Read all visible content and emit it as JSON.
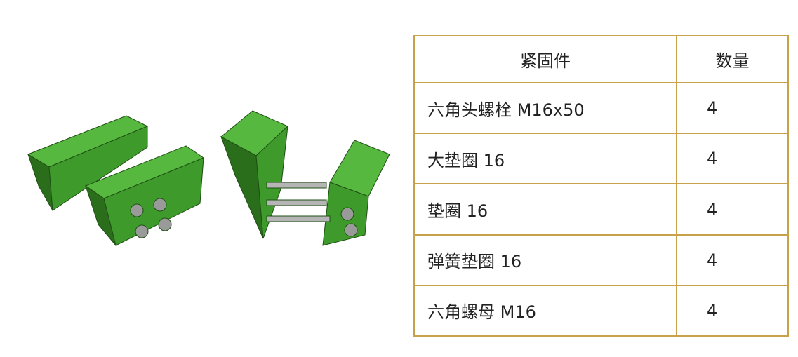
{
  "table": {
    "headers": [
      "紧固件",
      "数量"
    ],
    "rows": [
      {
        "name": "六角头螺栓  M16x50",
        "qty": "4"
      },
      {
        "name": "大垫圈 16",
        "qty": "4"
      },
      {
        "name": "垫圈 16",
        "qty": "4"
      },
      {
        "name": "弹簧垫圈 16",
        "qty": "4"
      },
      {
        "name": "六角螺母  M16",
        "qty": "4"
      }
    ]
  },
  "colors": {
    "bracket_green": "#3f9a2c",
    "bracket_dark": "#2a6e1c",
    "bracket_light": "#56b83f",
    "bolt_gray": "#9a9a9a",
    "table_border": "#c8a24a"
  }
}
